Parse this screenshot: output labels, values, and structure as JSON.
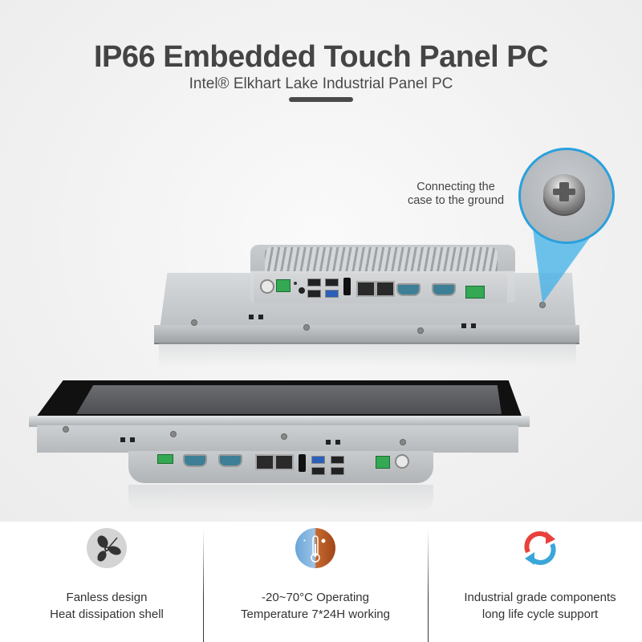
{
  "header": {
    "title": "IP66 Embedded Touch Panel PC",
    "subtitle": "Intel® Elkhart Lake Industrial Panel PC"
  },
  "callout": {
    "text_line1": "Connecting the",
    "text_line2": "case to the ground",
    "accent_color": "#2aa0dc",
    "icon": "grounding-screw-icon"
  },
  "product_images": {
    "rear_view_ports": [
      "power-button",
      "terminal-block",
      "led-indicators",
      "audio-jack",
      "usb-2.0",
      "usb-2.0",
      "usb-2.0",
      "usb-3.0",
      "hdmi",
      "rj45-lan",
      "rj45-lan",
      "db9-com",
      "db9-com",
      "dc-power-terminal"
    ],
    "front_view": "touch-screen-panel"
  },
  "features": [
    {
      "icon": "fan-icon",
      "line1": "Fanless design",
      "line2": "Heat dissipation shell"
    },
    {
      "icon": "thermometer-icon",
      "line1": "-20~70°C Operating",
      "line2": "Temperature 7*24H working"
    },
    {
      "icon": "cycle-arrows-icon",
      "line1": "Industrial grade components",
      "line2": "long life cycle support",
      "colors": [
        "#e8413c",
        "#3aa6d9"
      ]
    }
  ]
}
